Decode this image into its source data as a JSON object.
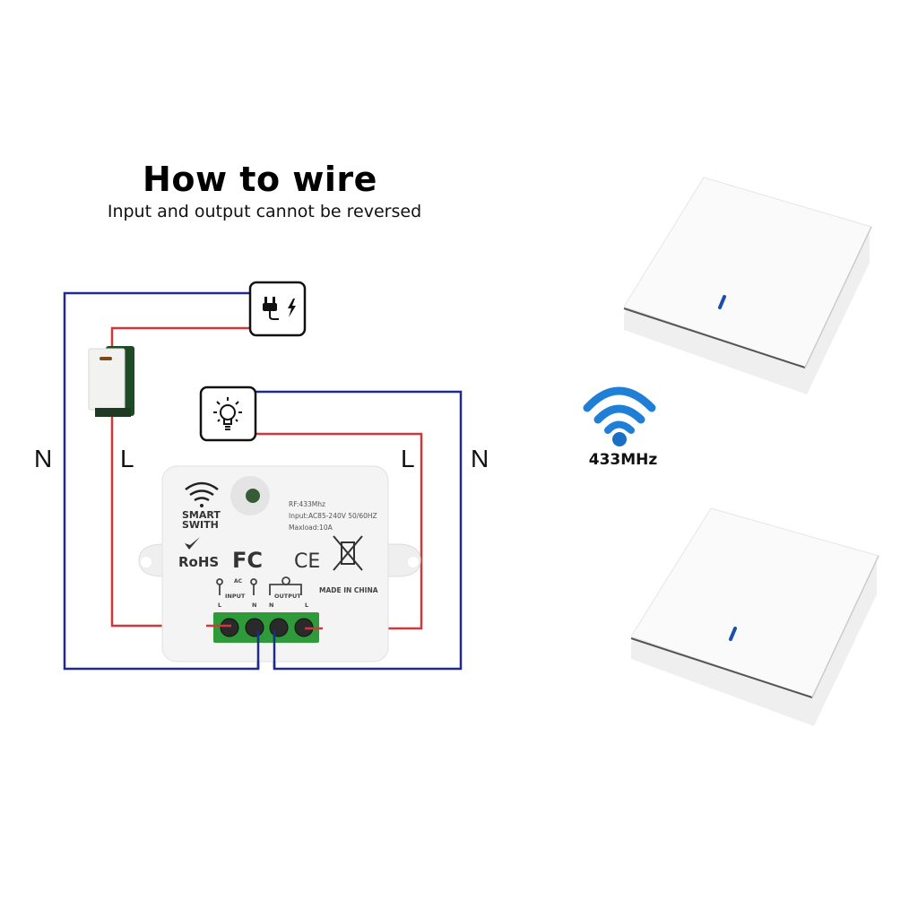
{
  "header": {
    "title": "How to wire",
    "subtitle": "Input and output cannot be reversed"
  },
  "wire_labels": {
    "left_neutral": "N",
    "left_live": "L",
    "right_live": "L",
    "right_neutral": "N"
  },
  "colors": {
    "neutral_wire": "#1f2a8c",
    "live_wire": "#d0393b",
    "terminal_green": "#2e9a3a",
    "wireless_blue": "#1f7fd6",
    "led_blue": "#1a4fae"
  },
  "icons": {
    "power_source": "plug-lightning-icon",
    "load": "light-bulb-icon",
    "wireless": "wifi-signal-icon"
  },
  "module": {
    "brand_line1": "SMART",
    "brand_line2": "SWITH",
    "spec_rf": "RF:433Mhz",
    "spec_input": "Input:AC85-240V 50/60HZ",
    "spec_maxload": "Maxload:10A",
    "cert_rohs": "RoHS",
    "cert_fc": "FC",
    "cert_ce": "CE",
    "ac_label": "AC",
    "input_label": "INPUT",
    "output_label": "OUTPUT",
    "made_in": "MADE IN CHINA",
    "terminals": [
      "L",
      "N",
      "N",
      "L"
    ]
  },
  "wireless": {
    "frequency": "433MHz"
  },
  "remotes": [
    {
      "name": "wireless-wall-switch-1"
    },
    {
      "name": "wireless-wall-switch-2"
    }
  ]
}
